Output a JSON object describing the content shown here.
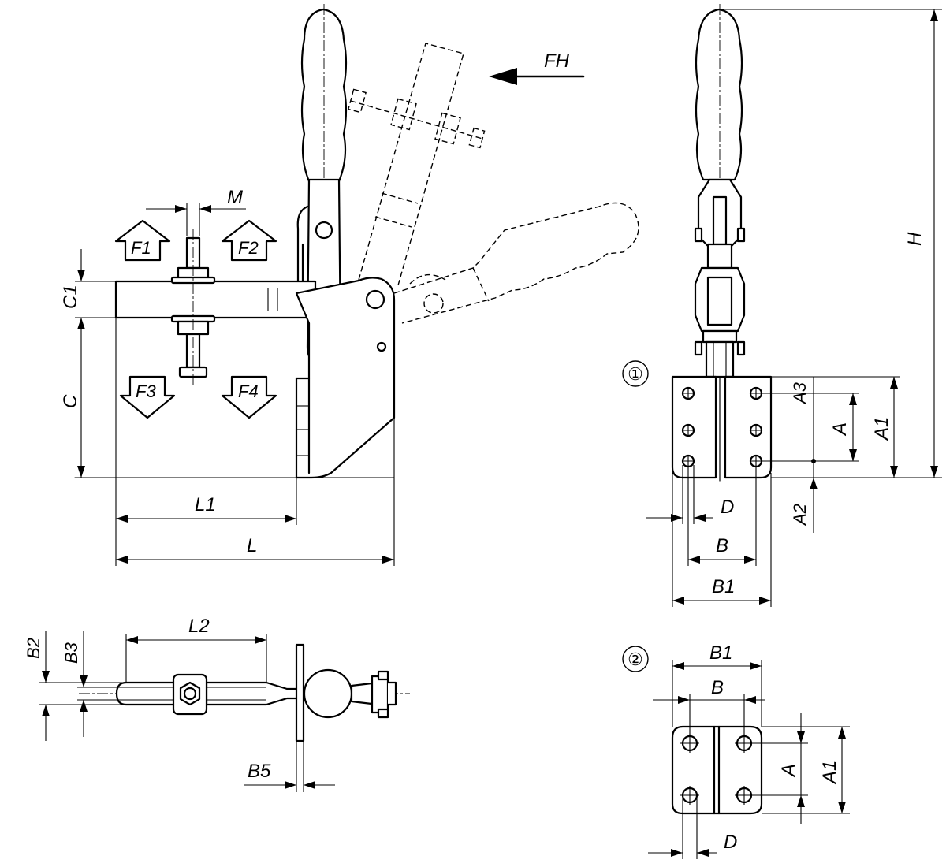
{
  "labels": {
    "fh": "FH",
    "m": "M",
    "f1": "F1",
    "f2": "F2",
    "f3": "F3",
    "f4": "F4",
    "c1": "C1",
    "c": "C",
    "l1": "L1",
    "l": "L",
    "h": "H",
    "a3": "A3",
    "a": "A",
    "a1": "A1",
    "a2": "A2",
    "d": "D",
    "b": "B",
    "b1": "B1",
    "b2": "B2",
    "b3": "B3",
    "l2": "L2",
    "b5": "B5"
  },
  "variants": {
    "variant1": "①",
    "variant2": "②"
  }
}
